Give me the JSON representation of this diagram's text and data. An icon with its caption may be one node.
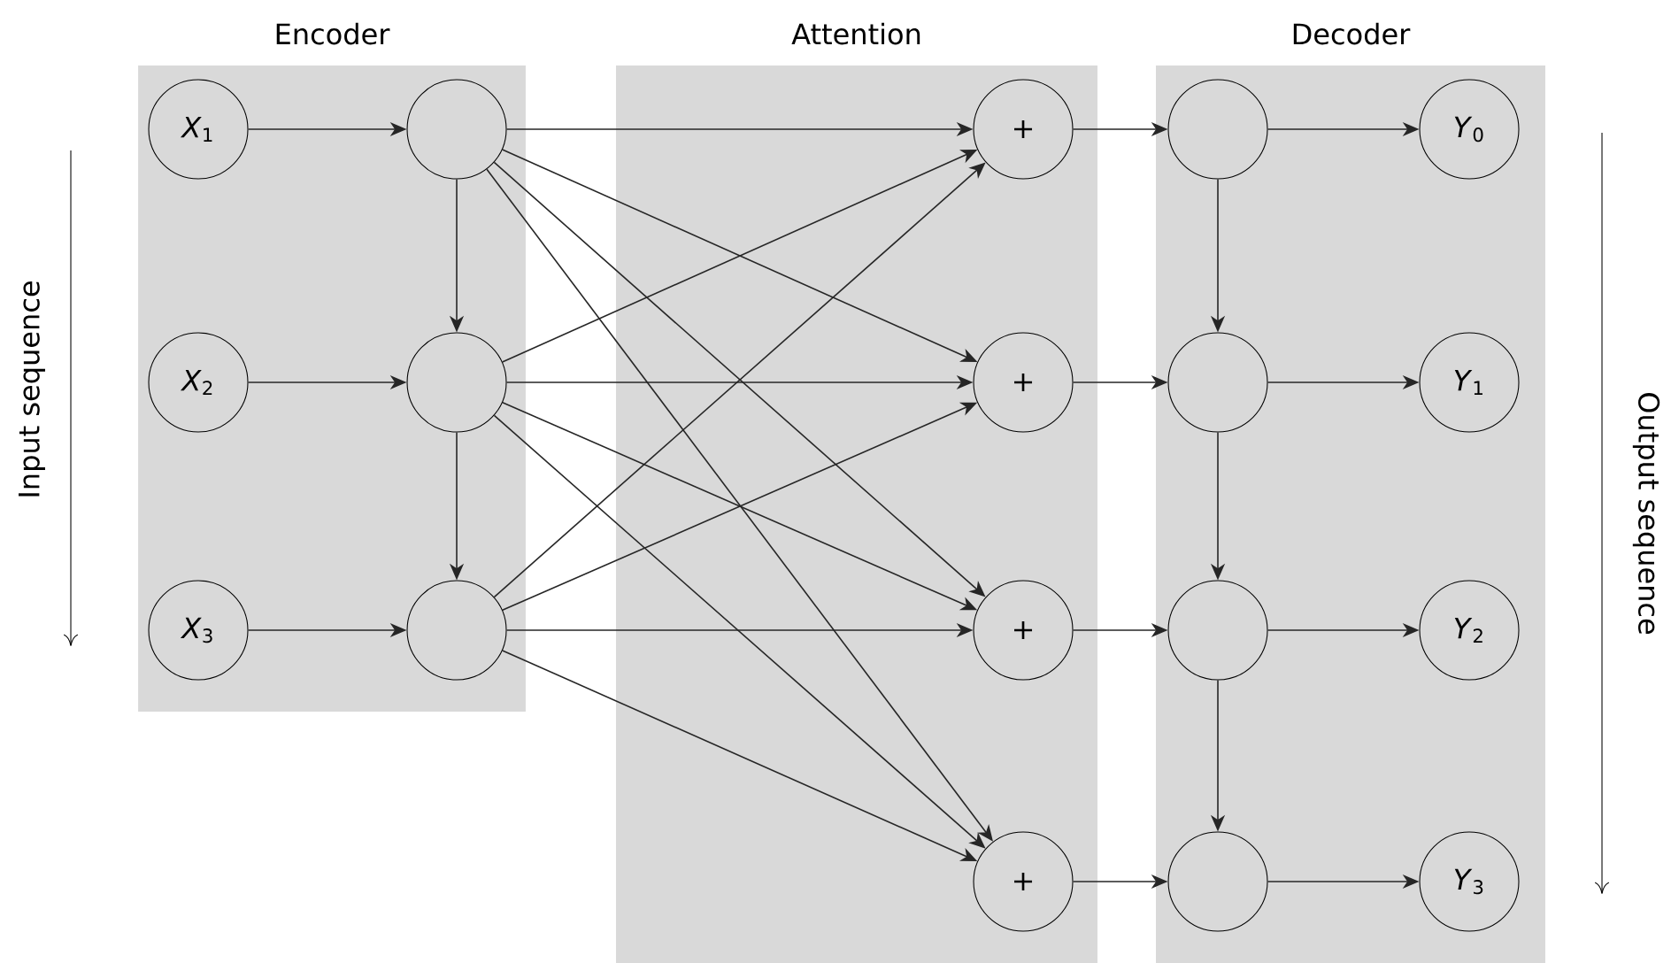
{
  "diagram": {
    "nodes": [
      {
        "text": [
          "Encoder"
        ]
      },
      {
        "text": [
          "*X*$_{1}$"
        ],
        "in": 0
      },
      {
        "text": [],
        "shape": "circle",
        "in": 0
      },
      {
        "text": [
          "*X*$_{2}$"
        ],
        "in": 0
      },
      {
        "text": [],
        "shape": "circle",
        "in": 0
      },
      {
        "text": [
          "*X*$_{3}$"
        ],
        "in": 0
      },
      {
        "text": [],
        "shape": "circle",
        "in": 0
      },
      {
        "text": [
          "Attention"
        ]
      },
      {
        "text": [
          "+"
        ],
        "in": 7
      },
      {
        "text": [
          "+"
        ],
        "in": 7
      },
      {
        "text": [
          "+"
        ],
        "in": 7
      },
      {
        "text": [
          "+"
        ],
        "in": 7
      },
      {
        "text": [
          "Decoder"
        ]
      },
      {
        "text": [],
        "shape": "circle",
        "in": 12
      },
      {
        "text": [
          "*Y*$_{0}$"
        ],
        "in": 12
      },
      {
        "text": [],
        "shape": "circle",
        "in": 12
      },
      {
        "text": [
          "*Y*$_{1}$"
        ],
        "in": 12
      },
      {
        "text": [],
        "shape": "circle",
        "in": 12
      },
      {
        "text": [
          "*Y*$_{2}$"
        ],
        "in": 12
      },
      {
        "text": [],
        "shape": "circle",
        "in": 12
      },
      {
        "text": [
          "*Y*$_{3}$"
        ],
        "in": 12
      }
    ],
    "edges": [
      {
        "from": 1,
        "to": 2,
        "arrow": "to"
      },
      {
        "from": 3,
        "to": 4,
        "arrow": "to"
      },
      {
        "from": 5,
        "to": 6,
        "arrow": "to"
      },
      {
        "from": 2,
        "to": 4,
        "arrow": "to"
      },
      {
        "from": 4,
        "to": 6,
        "arrow": "to"
      },
      {
        "from": 2,
        "to": 8,
        "arrow": "to"
      },
      {
        "from": 2,
        "to": 9,
        "arrow": "to"
      },
      {
        "from": 2,
        "to": 10,
        "arrow": "to"
      },
      {
        "from": 2,
        "to": 11,
        "arrow": "to"
      },
      {
        "from": 4,
        "to": 8,
        "arrow": "to"
      },
      {
        "from": 4,
        "to": 9,
        "arrow": "to"
      },
      {
        "from": 4,
        "to": 10,
        "arrow": "to"
      },
      {
        "from": 4,
        "to": 11,
        "arrow": "to"
      },
      {
        "from": 6,
        "to": 8,
        "arrow": "to"
      },
      {
        "from": 6,
        "to": 9,
        "arrow": "to"
      },
      {
        "from": 6,
        "to": 10,
        "arrow": "to"
      },
      {
        "from": 6,
        "to": 11,
        "arrow": "to"
      },
      {
        "from": 8,
        "to": 13,
        "arrow": "to"
      },
      {
        "from": 9,
        "to": 15,
        "arrow": "to"
      },
      {
        "from": 10,
        "to": 17,
        "arrow": "to"
      },
      {
        "from": 11,
        "to": 19,
        "arrow": "to"
      },
      {
        "from": 13,
        "to": 14,
        "arrow": "to"
      },
      {
        "from": 15,
        "to": 16,
        "arrow": "to"
      },
      {
        "from": 17,
        "to": 18,
        "arrow": "to"
      },
      {
        "from": 19,
        "to": 20,
        "arrow": "to"
      },
      {
        "from": 13,
        "to": 15,
        "arrow": "to"
      },
      {
        "from": 15,
        "to": 17,
        "arrow": "to"
      },
      {
        "from": 17,
        "to": 19,
        "arrow": "to"
      }
    ],
    "labels": [
      "Input sequence",
      "Output sequence"
    ]
  }
}
